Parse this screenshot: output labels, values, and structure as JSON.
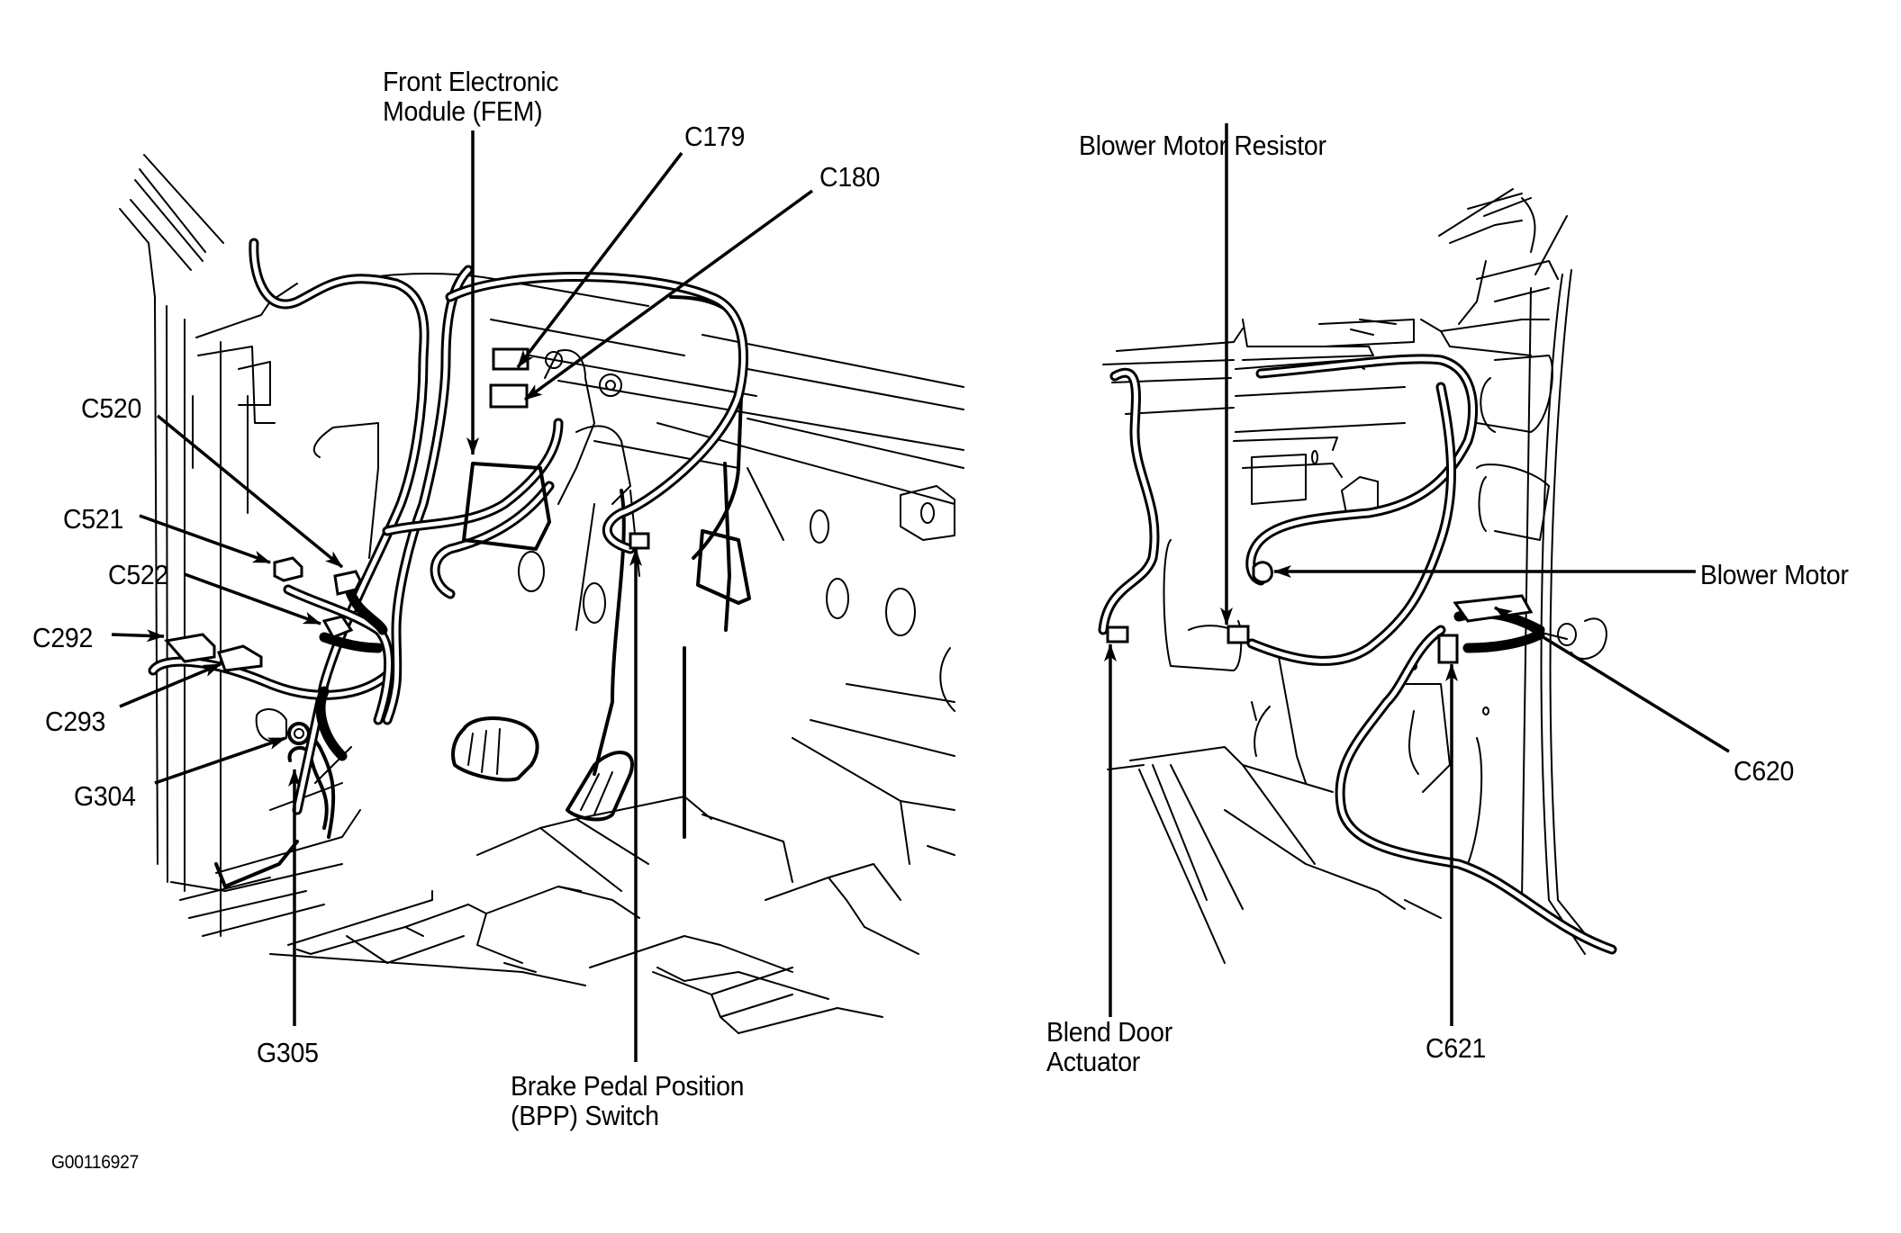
{
  "figure_id": "G00116927",
  "left_view": {
    "labels": {
      "fem_line1": "Front Electronic",
      "fem_line2": "Module (FEM)",
      "c179": "C179",
      "c180": "C180",
      "c520": "C520",
      "c521": "C521",
      "c522": "C522",
      "c292": "C292",
      "c293": "C293",
      "g304": "G304",
      "g305": "G305",
      "bpp_line1": "Brake Pedal Position",
      "bpp_line2": "(BPP) Switch"
    }
  },
  "right_view": {
    "labels": {
      "blower_resistor": "Blower Motor Resistor",
      "blower_motor": "Blower Motor",
      "c620": "C620",
      "c621": "C621",
      "blend_line1": "Blend Door",
      "blend_line2": "Actuator"
    }
  }
}
